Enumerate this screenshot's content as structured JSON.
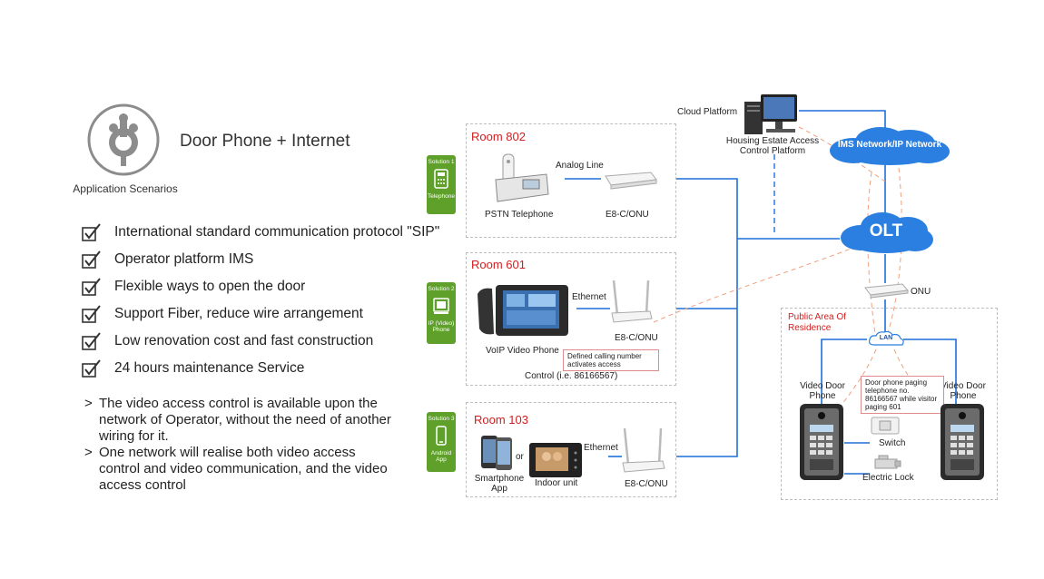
{
  "header": {
    "title": "Door Phone + Internet",
    "app_label": "Application Scenarios"
  },
  "features": [
    "International standard communication protocol \"SIP\"",
    "Operator platform IMS",
    "Flexible ways to open the door",
    "Support Fiber, reduce wire arrangement",
    "Low renovation cost and fast construction",
    "24 hours maintenance Service"
  ],
  "notes": [
    "The video access control is available upon the network of Operator, without the need of another wiring for it.",
    "One network will realise both video access control and video communication, and the video access control"
  ],
  "note_marker": ">",
  "solutions": [
    {
      "label": "Solution 1",
      "sub": "Telephone"
    },
    {
      "label": "Solution 2",
      "sub": "IP (Video) Phone"
    },
    {
      "label": "Solution 3",
      "sub": "Android App"
    }
  ],
  "rooms": {
    "r802": {
      "title": "Room 802",
      "device": "PSTN Telephone",
      "link": "Analog Line",
      "router": "E8-C/ONU"
    },
    "r601": {
      "title": "Room 601",
      "device": "VoIP Video Phone",
      "link": "Ethernet",
      "router": "E8-C/ONU",
      "note": "Defined calling number activates access",
      "control": "Control (i.e. 86166567)"
    },
    "r103": {
      "title": "Room 103",
      "device1": "Smartphone App",
      "or": "or",
      "device2": "Indoor unit",
      "link": "Ethernet",
      "router": "E8-C/ONU"
    }
  },
  "network": {
    "cloud_platform": "Cloud Platform",
    "housing": "Housing Estate Access Control Platform",
    "ims": "IMS Network/IP Network",
    "olt": "OLT",
    "onu": "ONU"
  },
  "public_area": {
    "title": "Public Area Of Residence",
    "lan": "LAN",
    "door_left": "Video Door Phone",
    "door_right": "Video Door Phone",
    "paging_note": "Door phone paging telephone no. 86166567 while visitor paging 601",
    "switch": "Switch",
    "lock": "Electric Lock"
  },
  "colors": {
    "accent_green": "#5ea02a",
    "line_blue": "#1e6fd9",
    "room_red": "#d21e1e",
    "cloud_blue": "#2a7fe0"
  }
}
